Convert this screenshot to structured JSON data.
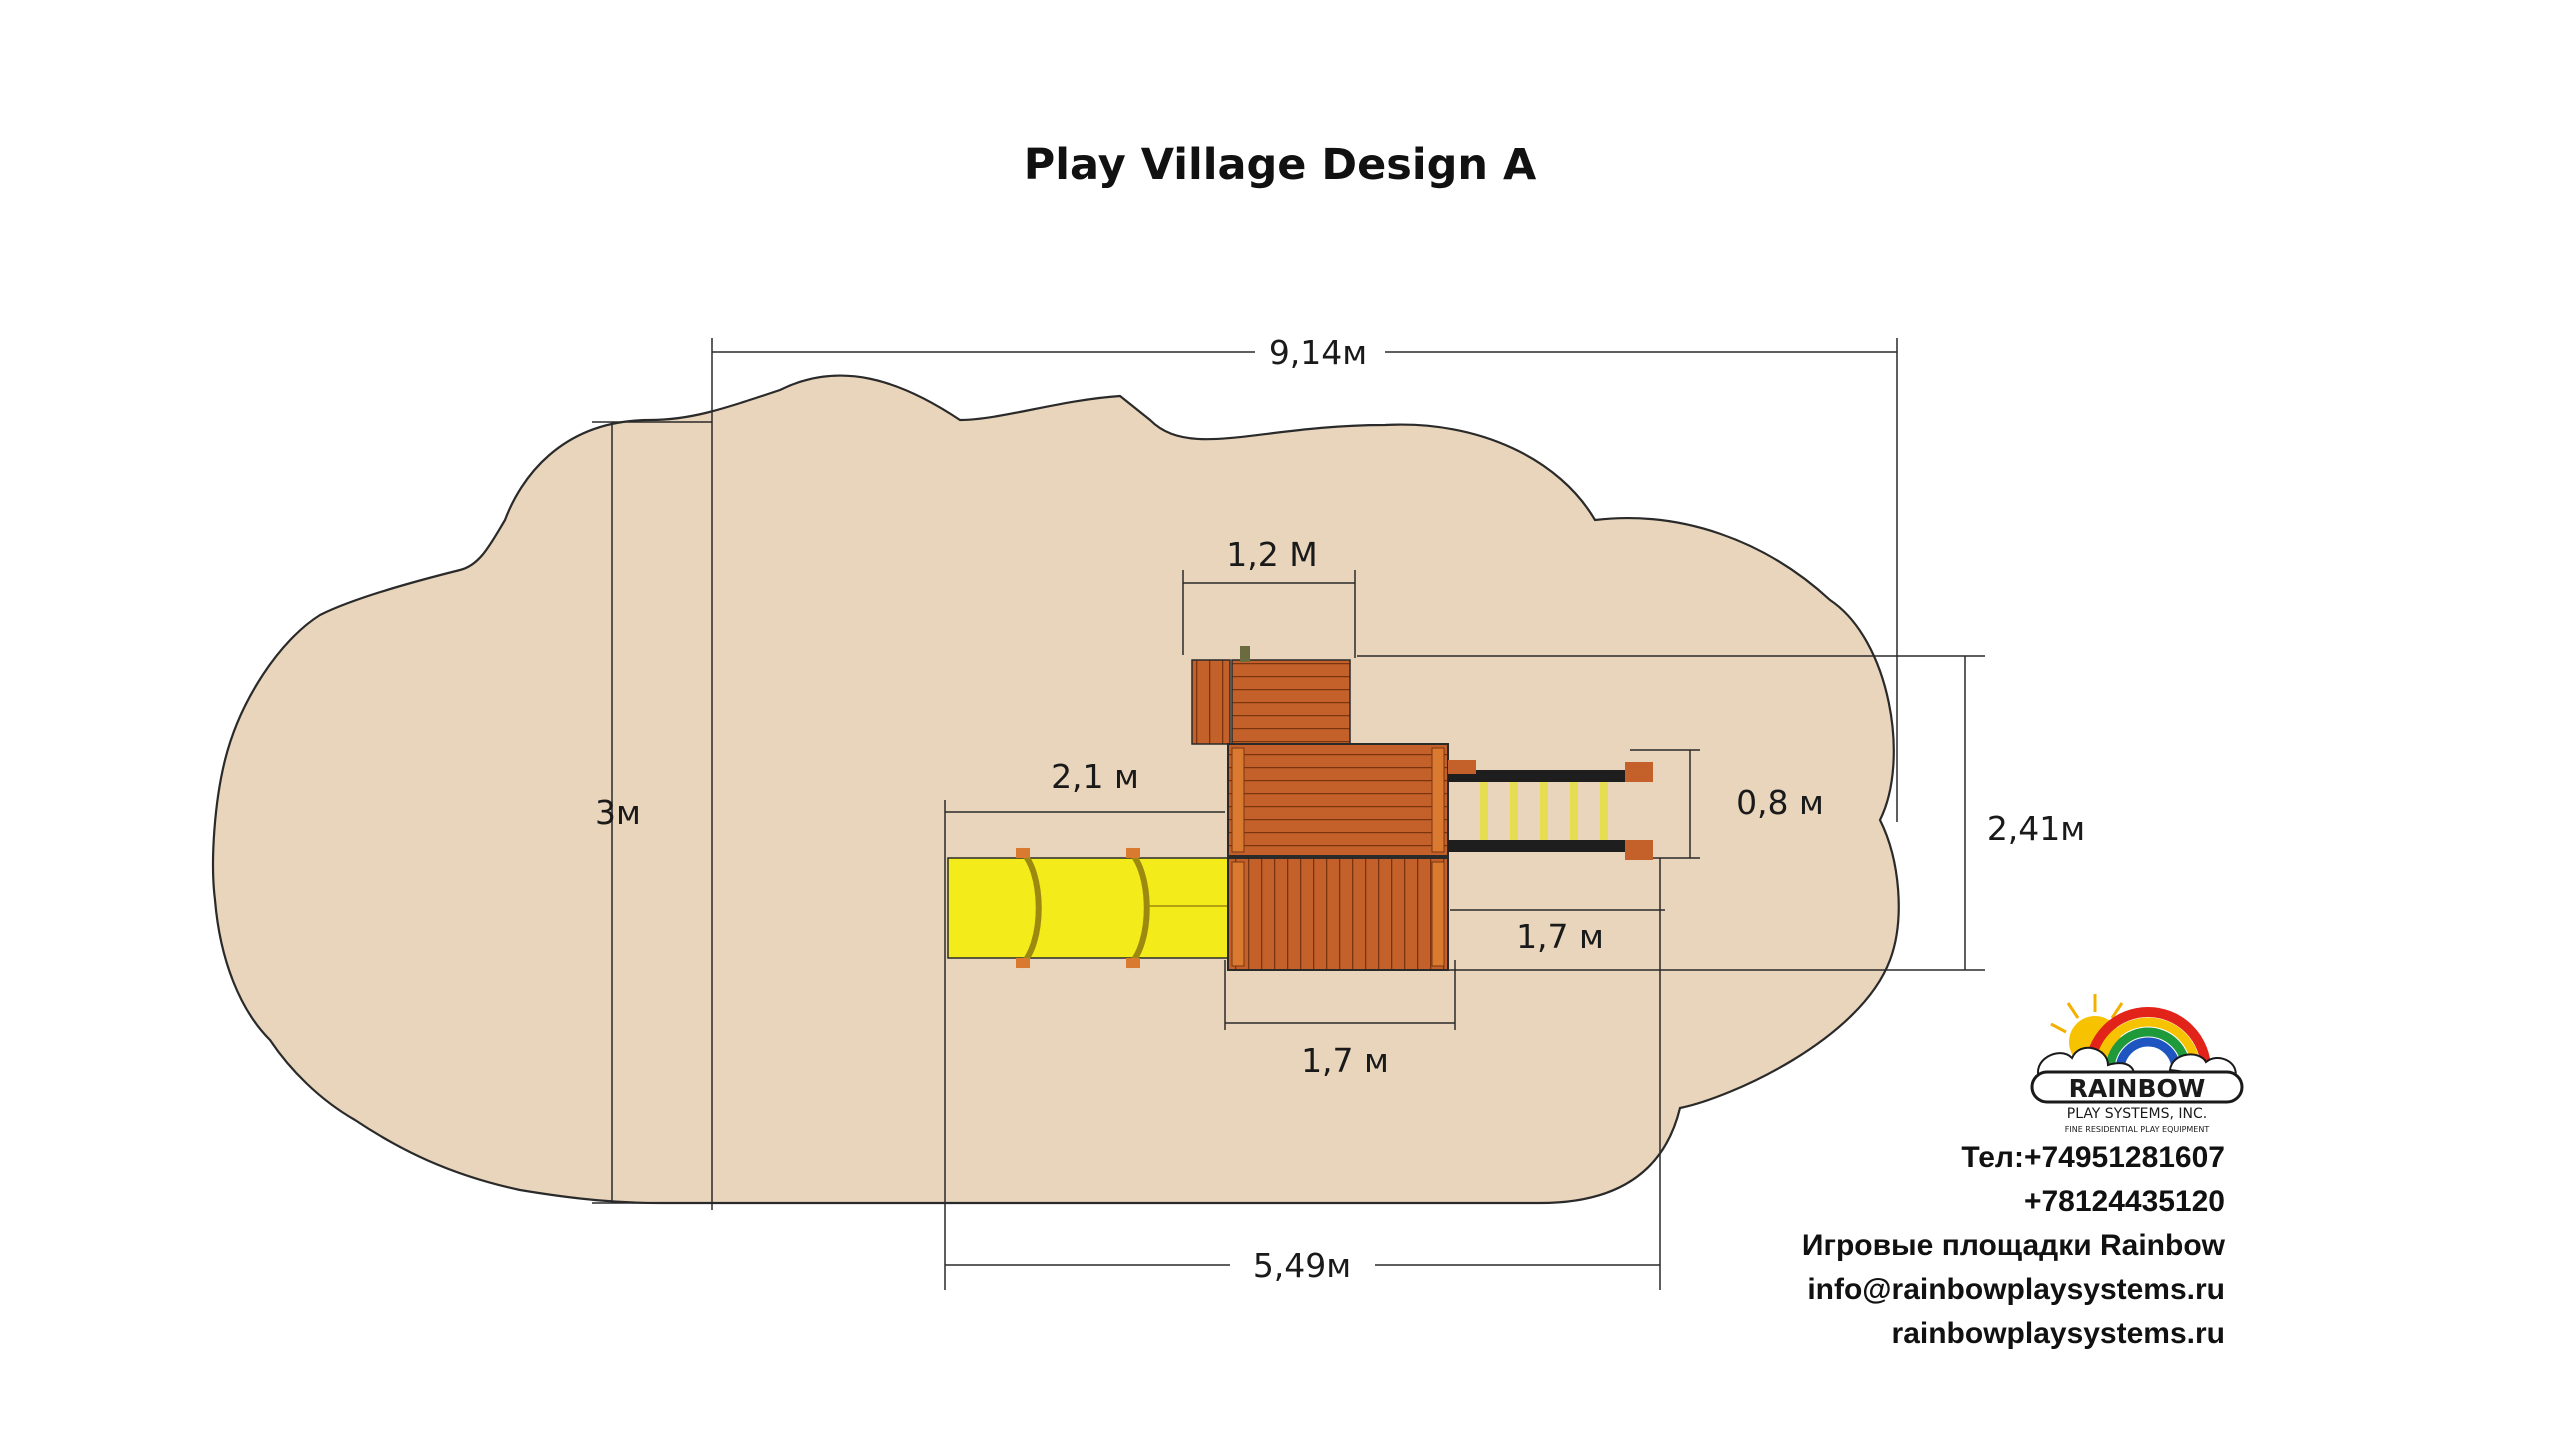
{
  "title": "Play Village Design A",
  "dimensions": {
    "overall_width": "9,14м",
    "overall_depth": "3м",
    "clubhouse_width": "1,2 М",
    "slide_length": "2,1 м",
    "ladder_width": "0,8 м",
    "right_depth": "2,41м",
    "deck_side": "1,7 м",
    "deck_bottom": "1,7 м",
    "bottom_span": "5,49м"
  },
  "logo": {
    "brand": "RAINBOW",
    "company": "PLAY SYSTEMS, INC.",
    "tagline": "FINE RESIDENTIAL PLAY EQUIPMENT"
  },
  "contacts": [
    "Тел:+74951281607",
    "+78124435120",
    "Игровые площадки Rainbow",
    "info@rainbowplaysystems.ru",
    "rainbowplaysystems.ru"
  ],
  "colors": {
    "ground": "#e8d5bc",
    "wood": "#c4612a",
    "wood_dark": "#8a3d14",
    "slide": "#f4ec1a",
    "ladder": "#1e1e1e"
  }
}
